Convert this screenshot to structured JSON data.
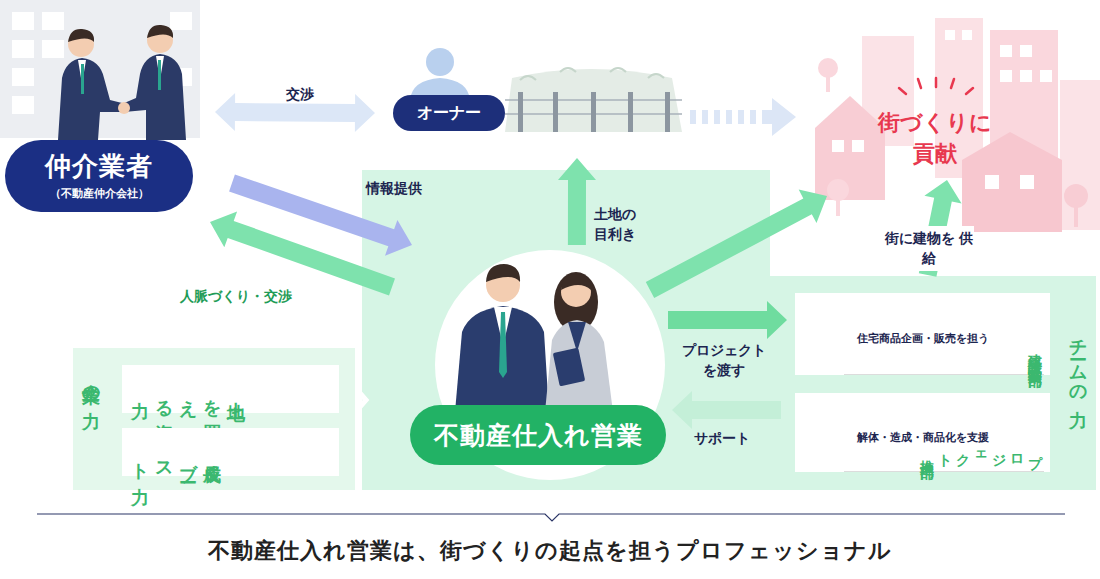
{
  "diagram": {
    "caption": "不動産仕入れ営業は、街づくりの起点を担うプロフェッショナル",
    "nodes": [
      {
        "text": [
          "仲介業者",
          "（不動産仲介会社）"
        ]
      },
      {
        "text": [
          "オーナー"
        ]
      },
      {
        "text": [
          "街づくりに 貢献"
        ]
      },
      {
        "text": [
          "企業の力"
        ]
      },
      {
        "text": [
          "土地を買える資金力"
        ],
        "in": 3
      },
      {
        "text": [
          "成長＆ブースト力"
        ],
        "in": 3
      },
      {
        "text": [
          "不動産仕入れ営業"
        ]
      },
      {
        "text": [
          "チームの力"
        ]
      },
      {
        "text": [
          "建築設計・販売営業部門",
          "住宅商品企画・販売を担う"
        ],
        "in": 7
      },
      {
        "text": [
          "プロジェクト推進部門",
          "解体・造成・商品化を支援"
        ],
        "in": 7
      }
    ],
    "edges": [
      {
        "from": 0,
        "to": 1,
        "label": "交渉",
        "arrow": "both"
      },
      {
        "from": 6,
        "to": 0,
        "label": "人脈づくり・交渉",
        "arrow": "to"
      },
      {
        "from": 0,
        "to": 6,
        "label": "情報提供",
        "arrow": "to"
      },
      {
        "from": 6,
        "to": 1,
        "label": "土地の 目利き",
        "arrow": "to"
      },
      {
        "from": 6,
        "to": 2,
        "arrow": "to"
      },
      {
        "from": 6,
        "to": 8,
        "label": "プロジェクト を渡す",
        "arrow": "to"
      },
      {
        "from": 9,
        "to": 6,
        "label": "サポート",
        "arrow": "to"
      },
      {
        "from": 8,
        "to": 2,
        "label": "街に建物を 供給",
        "arrow": "to"
      }
    ]
  }
}
